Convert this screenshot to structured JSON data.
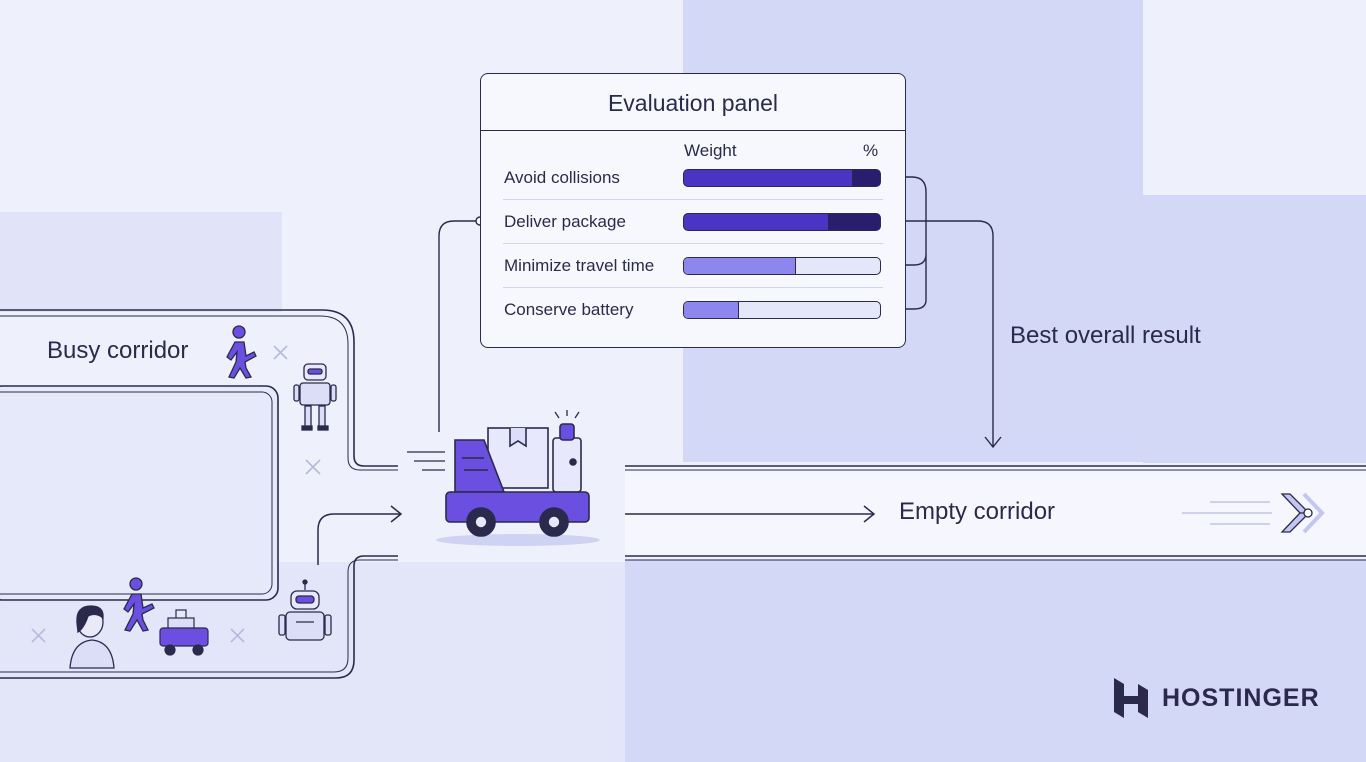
{
  "panel": {
    "title": "Evaluation panel",
    "header_weight": "Weight",
    "header_percent": "%",
    "criteria": [
      {
        "label": "Avoid collisions",
        "weight_fraction": 0.86,
        "fill_color": "#4b33c4",
        "track_color": "#2a1d6e"
      },
      {
        "label": "Deliver package",
        "weight_fraction": 0.74,
        "fill_color": "#4b33c4",
        "track_color": "#2a1d6e"
      },
      {
        "label": "Minimize travel time",
        "weight_fraction": 0.57,
        "fill_color": "#8c86ee",
        "track_color": "#e4e6fa"
      },
      {
        "label": "Conserve battery",
        "weight_fraction": 0.28,
        "fill_color": "#8c86ee",
        "track_color": "#e4e6fa"
      }
    ]
  },
  "labels": {
    "busy_corridor": "Busy corridor",
    "empty_corridor": "Empty corridor",
    "best_result": "Best overall result"
  },
  "logo": {
    "text": "HOSTINGER"
  },
  "colors": {
    "ink": "#2b2a4c",
    "accent": "#6a4fe0",
    "accent_dark": "#4b33c4",
    "background": "#eef0fb"
  }
}
